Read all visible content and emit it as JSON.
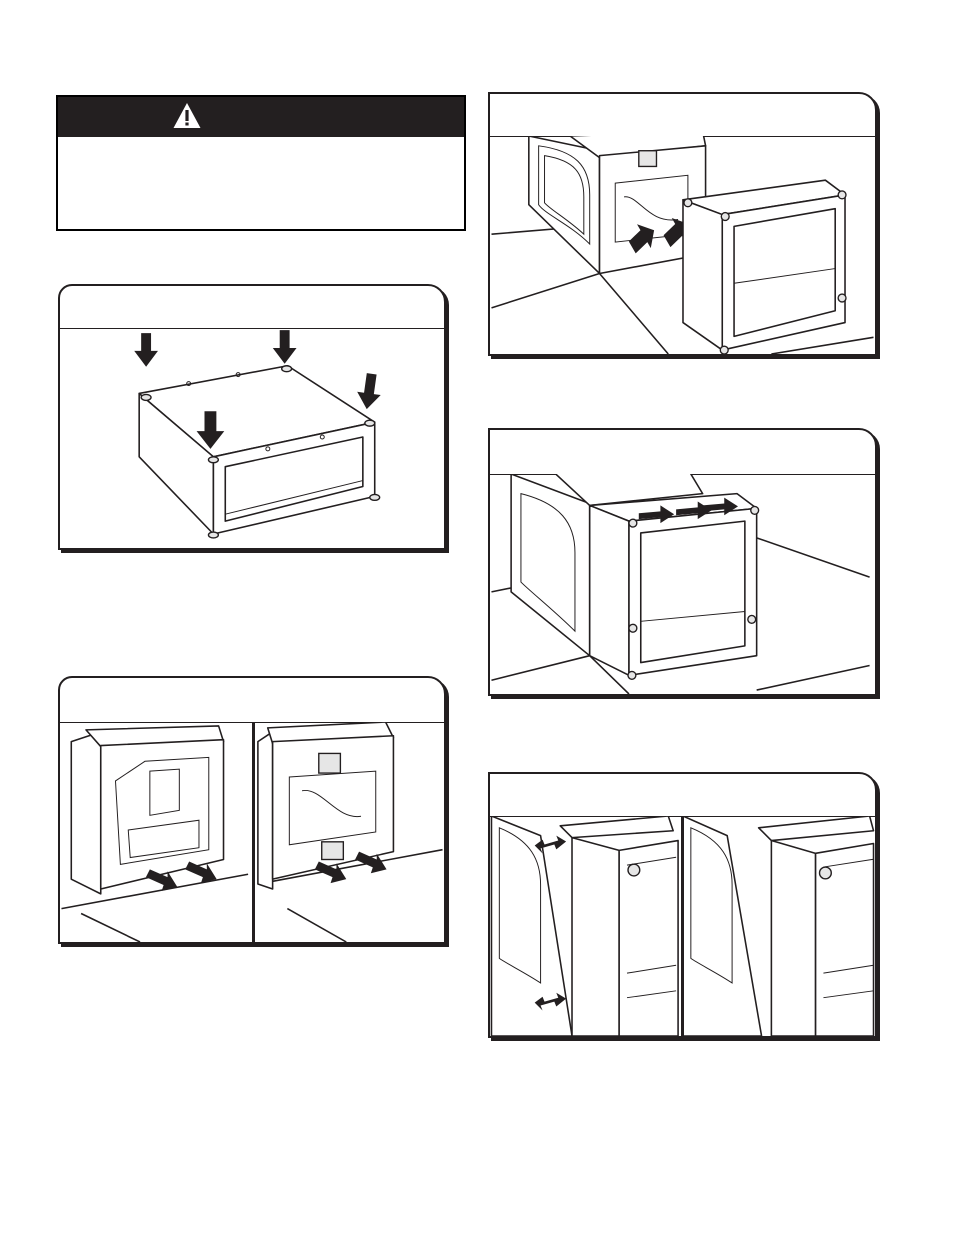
{
  "warning": {
    "label": "",
    "icon": "warning-triangle-icon",
    "bar_color": "#231f20"
  },
  "figures": [
    {
      "name": "figure-pedestal-feet"
    },
    {
      "name": "figure-dryer-front-slide"
    },
    {
      "name": "figure-dryer-bottom-brackets"
    },
    {
      "name": "figure-pedestal-slide-in"
    },
    {
      "name": "figure-align-pedestal"
    }
  ],
  "colors": {
    "line": "#231f20",
    "background": "#ffffff"
  }
}
